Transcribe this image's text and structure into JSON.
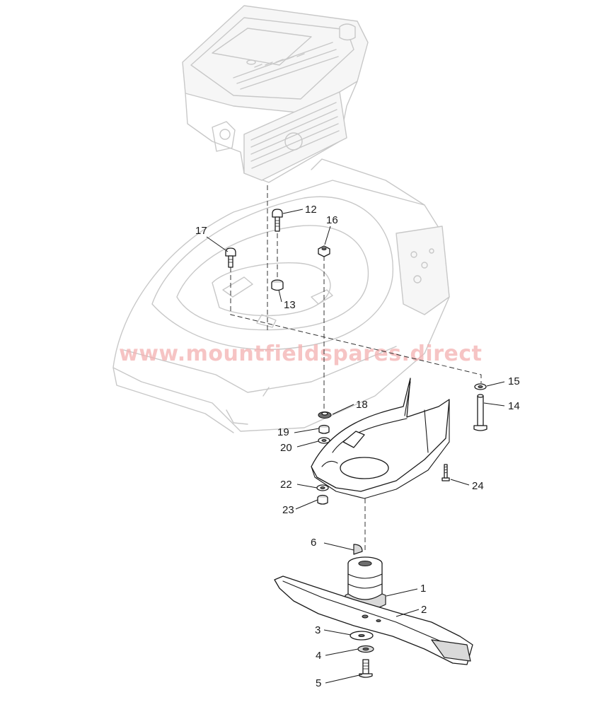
{
  "watermark": "www.mountfieldspares.direct",
  "callouts": [
    {
      "id": "1",
      "label": "1"
    },
    {
      "id": "2",
      "label": "2"
    },
    {
      "id": "3",
      "label": "3"
    },
    {
      "id": "4",
      "label": "4"
    },
    {
      "id": "5",
      "label": "5"
    },
    {
      "id": "6",
      "label": "6"
    },
    {
      "id": "12",
      "label": "12"
    },
    {
      "id": "13",
      "label": "13"
    },
    {
      "id": "14",
      "label": "14"
    },
    {
      "id": "15",
      "label": "15"
    },
    {
      "id": "16",
      "label": "16"
    },
    {
      "id": "17",
      "label": "17"
    },
    {
      "id": "18",
      "label": "18"
    },
    {
      "id": "19",
      "label": "19"
    },
    {
      "id": "20",
      "label": "20"
    },
    {
      "id": "22",
      "label": "22"
    },
    {
      "id": "23",
      "label": "23"
    },
    {
      "id": "24",
      "label": "24"
    }
  ]
}
